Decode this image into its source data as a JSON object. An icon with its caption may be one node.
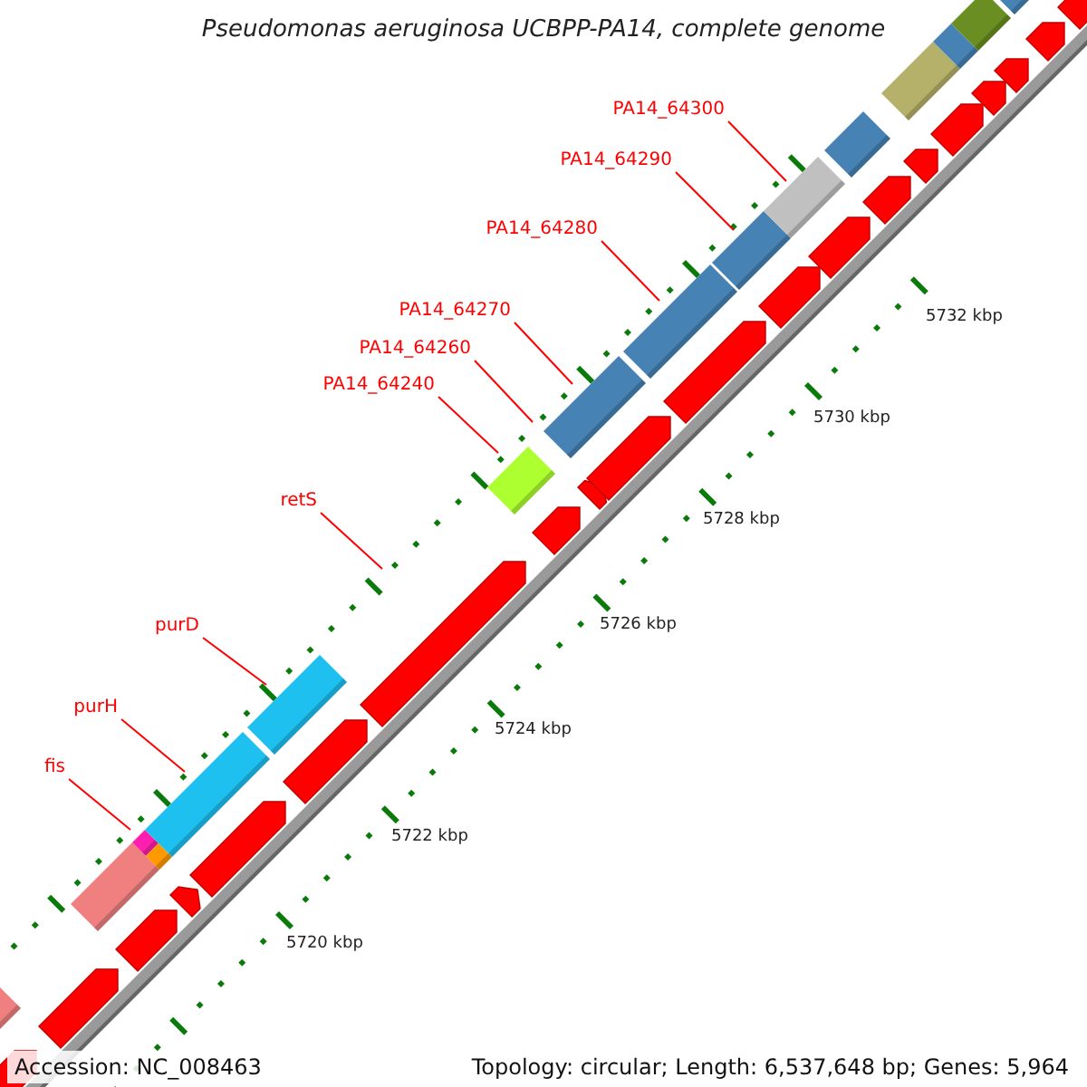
{
  "diagram": {
    "title": "Pseudomonas aeruginosa UCBPP-PA14, complete genome",
    "nodes": [
      {
        "text": [
          "PA14_64300"
        ]
      },
      {
        "text": [
          "PA14_64290"
        ]
      },
      {
        "text": [
          "PA14_64280"
        ]
      },
      {
        "text": [
          "PA14_64270"
        ]
      },
      {
        "text": [
          "PA14_64260"
        ]
      },
      {
        "text": [
          "PA14_64240"
        ]
      },
      {
        "text": [
          "retS"
        ]
      },
      {
        "text": [
          "purD"
        ]
      },
      {
        "text": [
          "purH"
        ]
      },
      {
        "text": [
          "fis"
        ]
      }
    ],
    "edges": [
      {
        "from": 0,
        "to": null,
        "arrow": "none"
      },
      {
        "from": 1,
        "to": null,
        "arrow": "none"
      },
      {
        "from": 2,
        "to": null,
        "arrow": "none"
      },
      {
        "from": 3,
        "to": null,
        "arrow": "none"
      },
      {
        "from": 4,
        "to": null,
        "arrow": "none"
      },
      {
        "from": 5,
        "to": null,
        "arrow": "none"
      },
      {
        "from": 6,
        "to": null,
        "arrow": "none"
      },
      {
        "from": 7,
        "to": null,
        "arrow": "none"
      },
      {
        "from": 8,
        "to": null,
        "arrow": "none"
      },
      {
        "from": 9,
        "to": null,
        "arrow": "none"
      }
    ],
    "labels": [
      "5732 kbp",
      "5730 kbp",
      "5728 kbp",
      "5726 kbp",
      "5724 kbp",
      "5722 kbp",
      "5720 kbp",
      "Accession: NC_008463",
      "Topology: circular; Length: 6,537,648 bp; Genes: 5,964"
    ]
  }
}
